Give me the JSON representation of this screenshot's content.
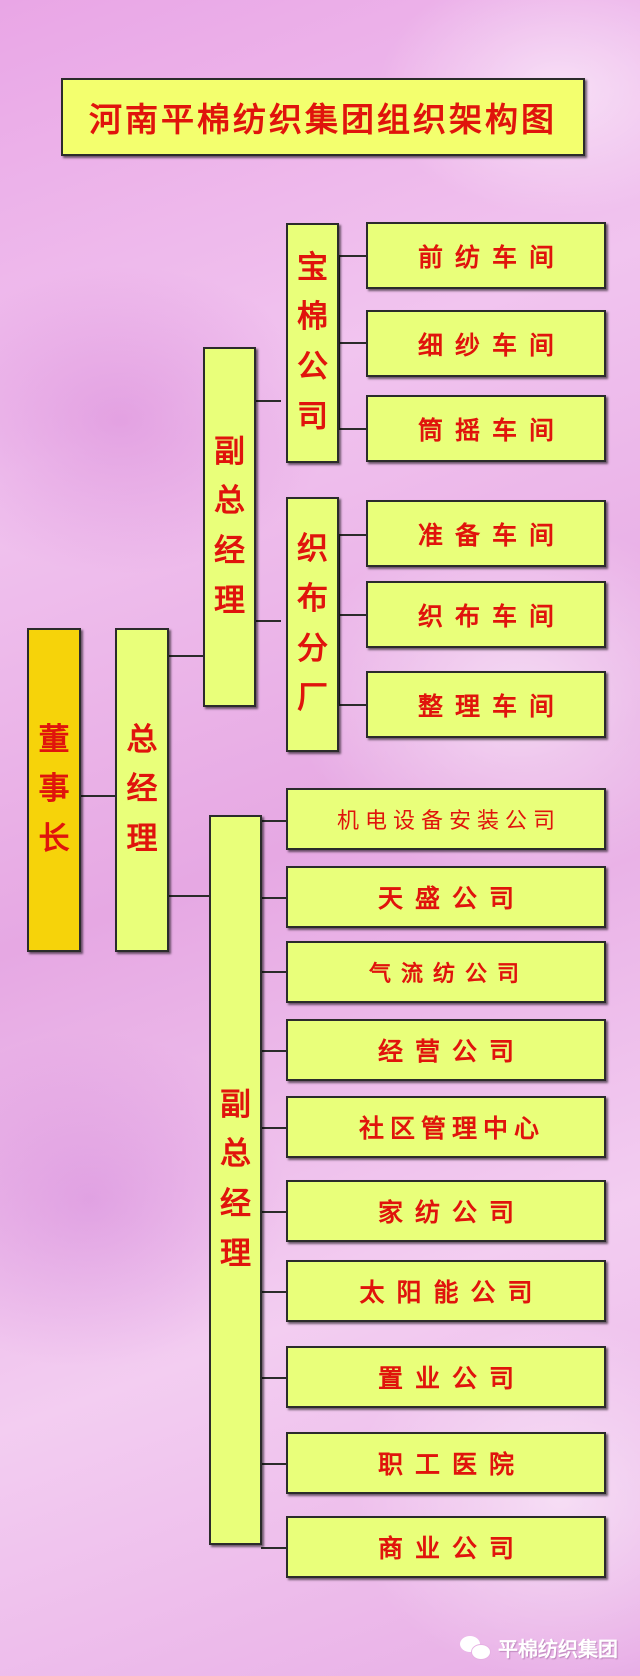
{
  "title": "河南平棉纺织集团组织架构图",
  "chairman": [
    "董",
    "事",
    "长"
  ],
  "general_manager": [
    "总",
    "经",
    "理"
  ],
  "vp_top": [
    "副",
    "总",
    "经",
    "理"
  ],
  "baomian": {
    "name": [
      "宝",
      "棉",
      "公",
      "司"
    ],
    "workshops": [
      "前纺车间",
      "细纱车间",
      "筒摇车间"
    ]
  },
  "zhibu": {
    "name": [
      "织",
      "布",
      "分",
      "厂"
    ],
    "workshops": [
      "准备车间",
      "织布车间",
      "整理车间"
    ]
  },
  "vp_bottom": [
    "副",
    "总",
    "经",
    "理"
  ],
  "companies": [
    "机电设备安装公司",
    "天盛公司",
    "气流纺公司",
    "经营公司",
    "社区管理中心",
    "家纺公司",
    "太阳能公司",
    "置业公司",
    "职工医院",
    "商业公司"
  ],
  "watermark": "平棉纺织集团",
  "colors": {
    "box_fill": "#e9ff7a",
    "chairman_fill": "#f6d30a",
    "text": "#e0140c"
  }
}
